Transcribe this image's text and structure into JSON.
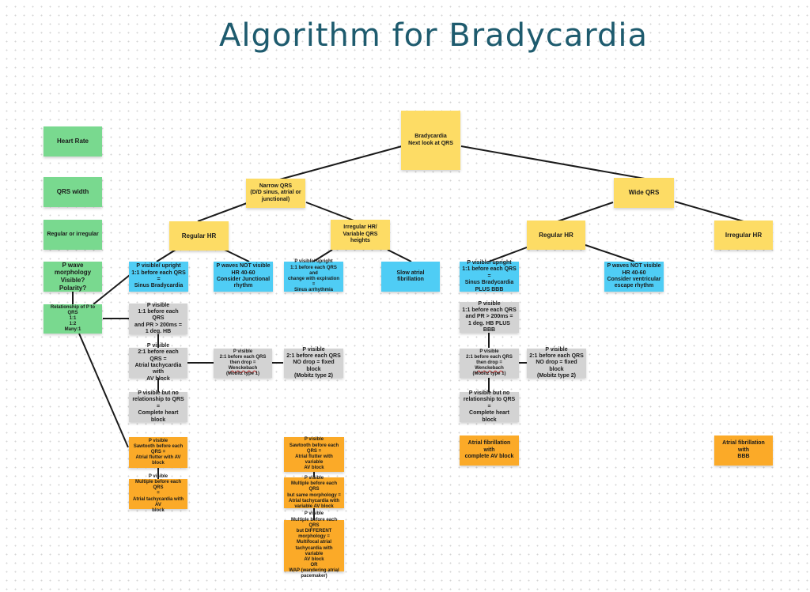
{
  "title": "Algorithm for Bradycardia",
  "colors": {
    "criteria": "#79d98f",
    "decision": "#fddc65",
    "finding": "#4fcdf5",
    "av_block": "#d3d3d3",
    "atrial": "#fbaa28",
    "title": "#1e5b6e"
  },
  "criteria": [
    {
      "id": "heart-rate",
      "text": "Heart Rate"
    },
    {
      "id": "qrs-width",
      "text": "QRS width"
    },
    {
      "id": "regular-irregular",
      "text": "Regular or irregular"
    },
    {
      "id": "p-wave-morphology",
      "text": "P wave morphology\nVisible?\nPolarity?"
    },
    {
      "id": "p-qrs-relationship",
      "text": "Relationship of P to QRS\n1:1\n1:2\nMany:1"
    }
  ],
  "nodes": {
    "root": "Bradycardia\nNext look at QRS",
    "narrow_qrs": "Narrow QRS\n(D/D sinus, atrial or\njunctional)",
    "wide_qrs": "Wide QRS",
    "narrow_regular": "Regular HR",
    "narrow_irregular": "Irregular HR/\nVariable QRS heights",
    "wide_regular": "Regular HR",
    "wide_irregular": "Irregular HR",
    "n_sinus_brady": "P visible/ upright\n1:1 before each QRS =\nSinus Bradycardia",
    "n_junctional": "P waves NOT visible\nHR 40-60\nConsider Junctional\nrhythm",
    "n_sinus_arrhythmia": "P visible/ upright\n1:1 before each QRS and\nchange with expiration =\nSinus arrhythmia",
    "n_slow_af": "Slow atrial fibrillation",
    "w_sinus_brady_bbb": "P visible/ upright\n1:1 before each QRS =\nSinus Bradycardia\nPLUS BBB",
    "w_ventricular_escape": "P waves NOT visible\nHR 40-60\nConsider ventricular\nescape rhythm",
    "n_first_deg": "P visible\n1:1 before each QRS\nand PR > 200ms =\n1 deg. HB",
    "n_two_to_one": "P visible\n2:1 before each QRS =\nAtrial tachycardia with\nAV block",
    "n_wenckebach": {
      "pre": "P visible\n2:1 before each QRS\nthen drop = ",
      "link": "Wenckebach",
      "post": "\n(Mobitz type 1)"
    },
    "n_mobitz2": "P visible\n2:1 before each QRS\nNO drop = fixed block\n(Mobitz type 2)",
    "n_complete_hb": "P visible but no\nrelationship to QRS =\nComplete heart block",
    "w_first_deg": "P visible\n1:1 before each QRS\nand PR > 200ms =\n1 deg. HB PLUS BBB",
    "w_wenckebach": {
      "pre": "P visible\n2:1 before each QRS\nthen drop = ",
      "link": "Wenckebach",
      "post": "\n(Mobitz type 1)"
    },
    "w_mobitz2": "P visible\n2:1 before each QRS\nNO drop = fixed block\n(Mobitz type 2)",
    "w_complete_hb": "P visible but no\nrelationship to QRS =\nComplete heart block",
    "n_flutter": "P visible\nSawtooth before each\nQRS =\nAtrial flutter with AV block",
    "n_atrial_tachy": "P visible\nMultiple before each QRS\n=\nAtrial tachycardia with AV\nblock",
    "i_flutter_variable": "P visible\nSawtooth before each\nQRS =\nAtrial flutter with variable\nAV block",
    "i_atrial_tachy_variable": "P visible\nMultiple before each QRS\nbut same morphology =\nAtrial tachycardia with\nvariable AV block",
    "i_multifocal": "P visible\nMultiple before each QRS\nbut DIFFERENT\nmorphology =\nMultifocal atrial\ntachycardia with variable\nAV block\nOR\nWAP (wandering atrial\npacemaker)",
    "w_af_complete_block": "Atrial fibrillation with\ncomplete AV block",
    "w_af_bbb": "Atrial fibrillation with\nBBB"
  }
}
